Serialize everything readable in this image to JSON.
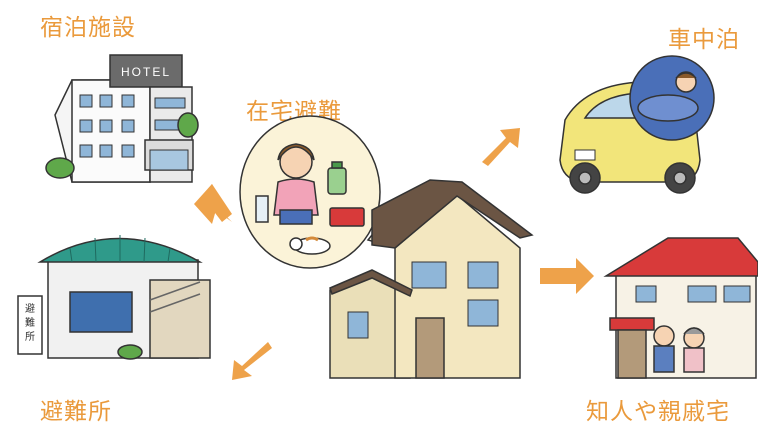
{
  "labels": {
    "hotel": "宿泊施設",
    "car": "車中泊",
    "home": "在宅避難",
    "shelter": "避難所",
    "relatives": "知人や親戚宅"
  },
  "signs": {
    "hotel": "HOTEL",
    "shelter": [
      "避",
      "難",
      "所"
    ]
  },
  "colors": {
    "label": "#ea9a3c",
    "arrow": "#eea24a",
    "car_body": "#f2e57a",
    "roof_red": "#d83a3a",
    "shelter_roof": "#2f9a8a",
    "bubble_bg": "#fbf3d8",
    "sleep_bubble": "#4a6fb8"
  }
}
